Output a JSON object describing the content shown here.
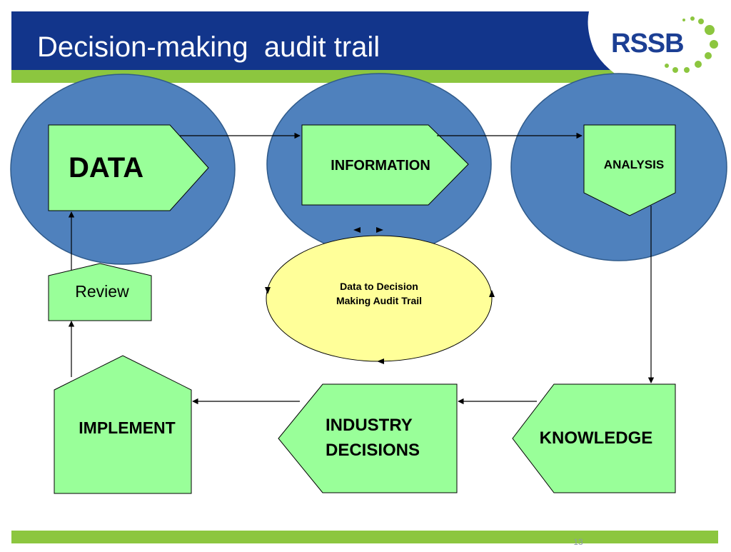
{
  "slide": {
    "title": "Decision-making  audit trail",
    "page_number": "13",
    "logo": "RSSB",
    "colors": {
      "header_blue": "#12358b",
      "accent_green": "#8cc63f",
      "circle_blue": "#4f81bd",
      "box_green": "#99ff99",
      "ellipse_yellow": "#ffff99"
    }
  },
  "diagram": {
    "nodes": {
      "data": "DATA",
      "information": "INFORMATION",
      "analysis": "ANALYSIS",
      "review": "Review",
      "implement": "IMPLEMENT",
      "industry_decisions_line1": "INDUSTRY",
      "industry_decisions_line2": "DECISIONS",
      "knowledge": "KNOWLEDGE",
      "center_line1": "Data to Decision",
      "center_line2": "Making Audit Trail"
    }
  }
}
